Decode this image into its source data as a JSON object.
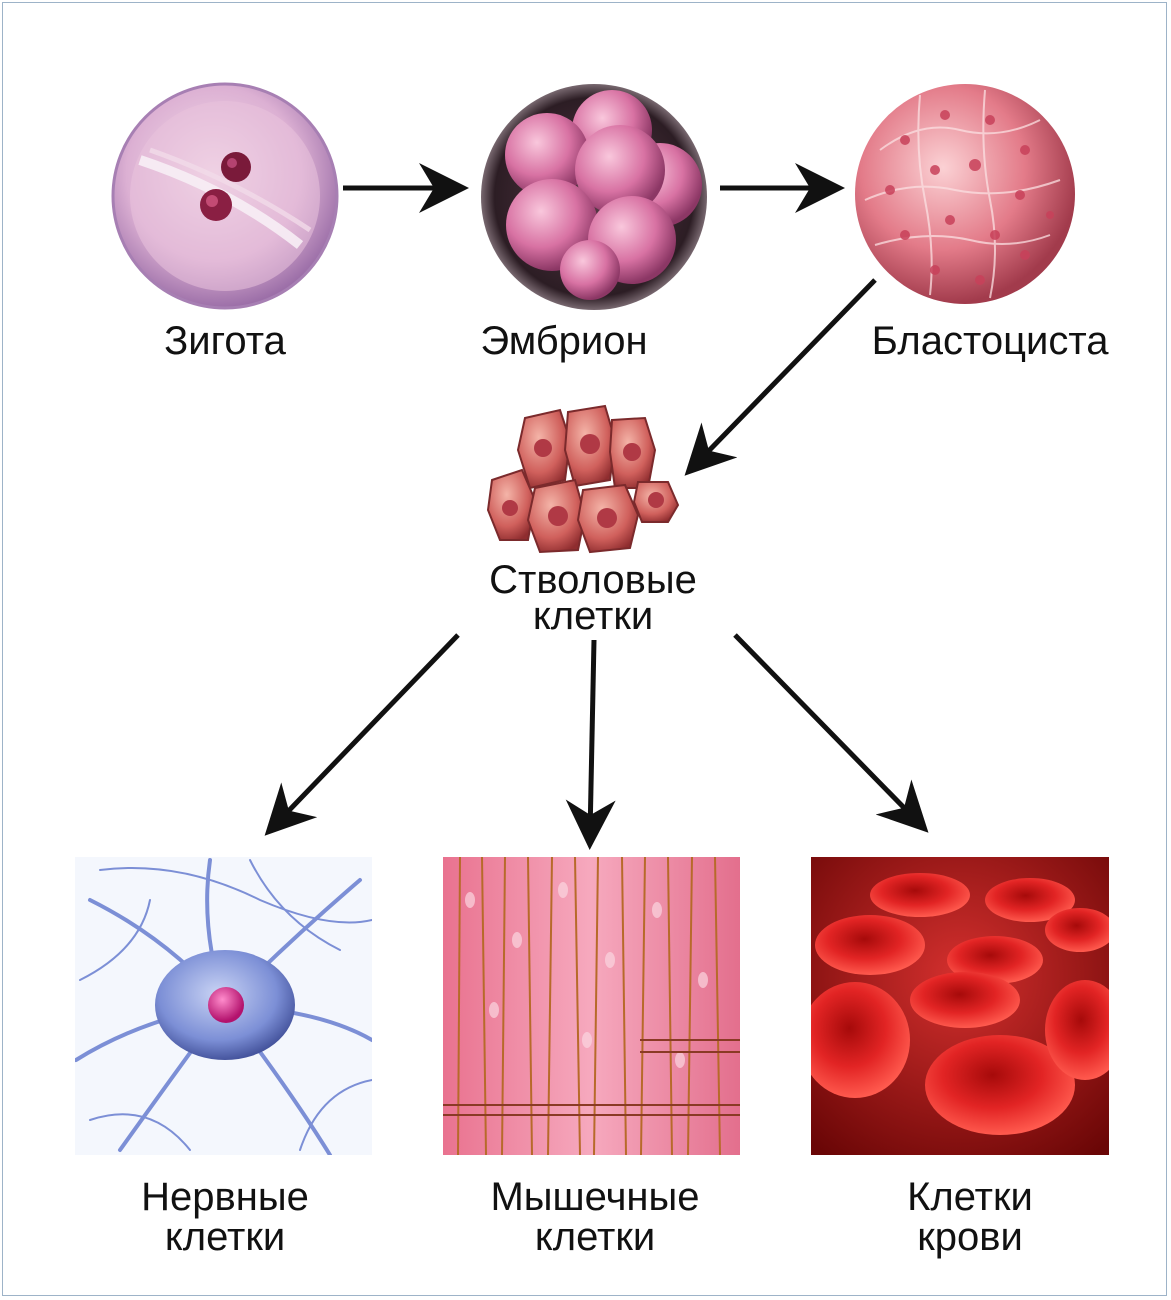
{
  "labels": {
    "zygote": "Зигота",
    "embryo": "Эмбрион",
    "blastocyst": "Бластоциста",
    "stem_1": "Стволовые",
    "stem_2": "клетки",
    "nerve_1": "Нервные",
    "nerve_2": "клетки",
    "muscle_1": "Мышечные",
    "muscle_2": "клетки",
    "blood_1": "Клетки",
    "blood_2": "крови"
  },
  "colors": {
    "arrow": "#111111",
    "frame": "#9db3c8",
    "zygote": "#d9a9d4",
    "embryo": "#d77aa7",
    "blastocyst": "#e5808f",
    "stem": "#d46a6a",
    "nerve": "#7b8fd9",
    "muscle": "#e9829d",
    "blood": "#c81414"
  }
}
